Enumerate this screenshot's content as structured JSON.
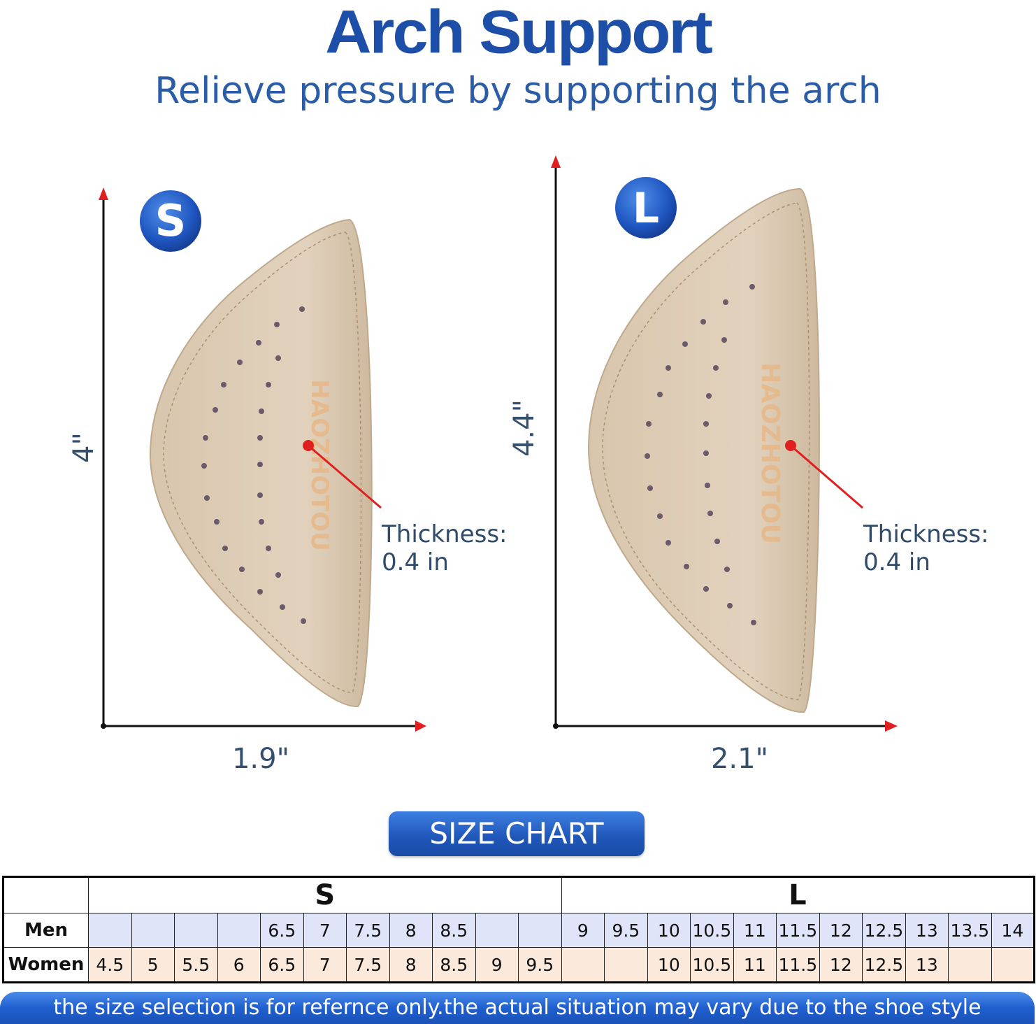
{
  "header": {
    "title": "Arch Support",
    "subtitle": "Relieve pressure by supporting the arch"
  },
  "small": {
    "badge": "S",
    "height_label": "4\"",
    "width_label": "1.9\"",
    "thickness_line1": "Thickness:",
    "thickness_line2": "0.4 in",
    "brand": "HAOZHOTOU"
  },
  "large": {
    "badge": "L",
    "height_label": "4.4\"",
    "width_label": "2.1\"",
    "thickness_line1": "Thickness:",
    "thickness_line2": "0.4 in",
    "brand": "HAOZHOTOU"
  },
  "colors": {
    "accent_blue": "#1e4fa8",
    "arrow_red": "#e02020",
    "insert_beige": "#dccbb4",
    "men_row_bg": "#dfe4f8",
    "women_row_bg": "#fbe9dc"
  },
  "size_chart": {
    "button_label": "SIZE CHART",
    "group_s": "S",
    "group_l": "L",
    "men_label": "Men",
    "women_label": "Women",
    "men": [
      "",
      "",
      "",
      "",
      "6.5",
      "7",
      "7.5",
      "8",
      "8.5",
      "",
      "",
      "9",
      "9.5",
      "10",
      "10.5",
      "11",
      "11.5",
      "12",
      "12.5",
      "13",
      "13.5",
      "14"
    ],
    "women": [
      "4.5",
      "5",
      "5.5",
      "6",
      "6.5",
      "7",
      "7.5",
      "8",
      "8.5",
      "9",
      "9.5",
      "",
      "",
      "10",
      "10.5",
      "11",
      "11.5",
      "12",
      "12.5",
      "13",
      "",
      ""
    ]
  },
  "footer_note": "the size selection is for refernce only.the actual situation may vary due to the shoe style"
}
